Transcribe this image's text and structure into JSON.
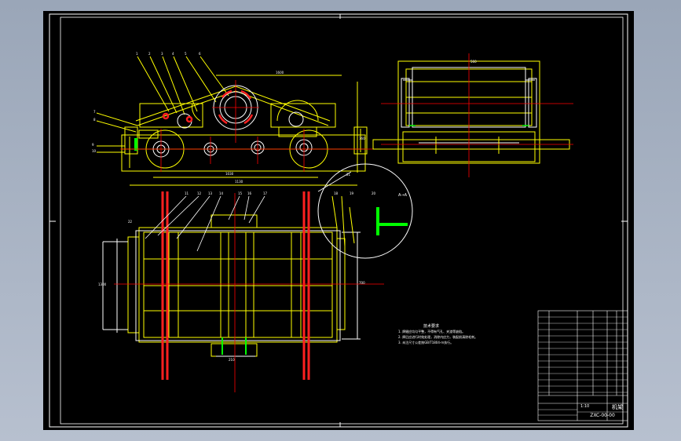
{
  "drawing": {
    "title_block": {
      "part_name": "机架",
      "drawing_no": "ZXC-00-00",
      "scale": "1:10"
    },
    "technical_requirements": {
      "heading": "技术要求",
      "lines": [
        "1. 焊缝应均匀平整，不得有气孔、夹渣等缺陷。",
        "2. 焊后应进行时效处理，消除内应力，装配前清除毛刺。",
        "3. 未注尺寸公差按GB/T1804-m执行。"
      ]
    },
    "detail_label": "A→A",
    "dimensions": {
      "top_width": "1030",
      "bottom_width": "1130",
      "overall_length": "1600",
      "height": "760",
      "right_height": "560",
      "plan_width": "700",
      "plan_height": "1300",
      "channel": "210"
    },
    "part_callouts": [
      "1",
      "2",
      "3",
      "4",
      "5",
      "6",
      "7",
      "8",
      "9",
      "10",
      "11",
      "12",
      "13",
      "14",
      "15",
      "16",
      "17",
      "18",
      "19",
      "20",
      "21",
      "22"
    ],
    "colors": {
      "background": "#000000",
      "outline": "#ffffff",
      "geometry": "#ffff00",
      "centerline": "#ff0000",
      "highlight": "#00ff00",
      "accent": "#ff00ff"
    }
  }
}
